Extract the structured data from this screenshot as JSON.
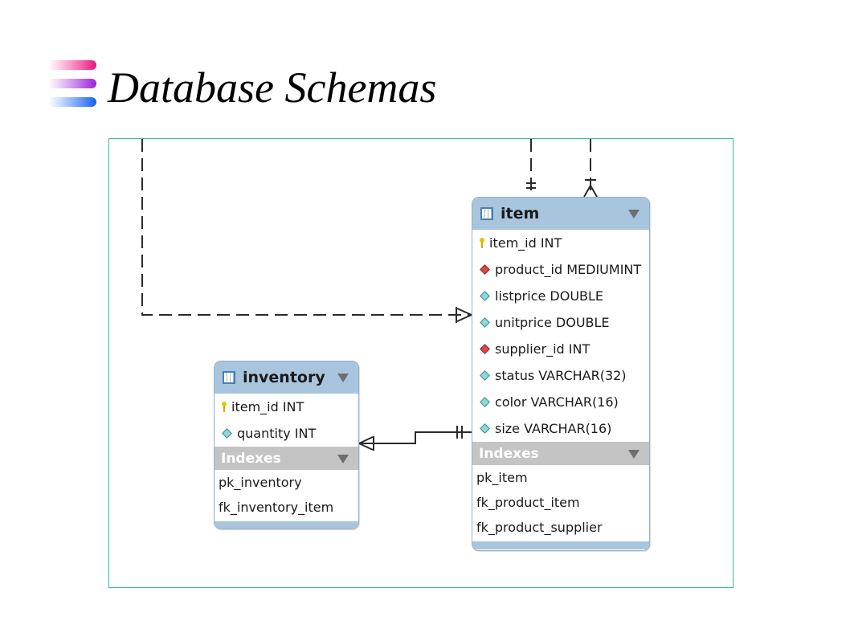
{
  "title": "Database Schemas",
  "colors": {
    "frame": "#33bbaa",
    "table_header": "#a9c5de",
    "index_bar": "#c4c4c4"
  },
  "item_table": {
    "name": "item",
    "columns": [
      {
        "label": "item_id INT",
        "icon": "primary-key-icon"
      },
      {
        "label": "product_id MEDIUMINT",
        "icon": "foreign-key-diamond-icon"
      },
      {
        "label": "listprice DOUBLE",
        "icon": "column-diamond-icon"
      },
      {
        "label": "unitprice DOUBLE",
        "icon": "column-diamond-icon"
      },
      {
        "label": "supplier_id INT",
        "icon": "foreign-key-diamond-icon"
      },
      {
        "label": "status VARCHAR(32)",
        "icon": "column-diamond-icon"
      },
      {
        "label": "color VARCHAR(16)",
        "icon": "column-diamond-icon"
      },
      {
        "label": "size VARCHAR(16)",
        "icon": "column-diamond-icon"
      }
    ],
    "indexes_label": "Indexes",
    "indexes": [
      "pk_item",
      "fk_product_item",
      "fk_product_supplier"
    ]
  },
  "inventory_table": {
    "name": "inventory",
    "columns": [
      {
        "label": "item_id INT",
        "icon": "primary-key-icon"
      },
      {
        "label": "quantity INT",
        "icon": "column-diamond-icon"
      }
    ],
    "indexes_label": "Indexes",
    "indexes": [
      "pk_inventory",
      "fk_inventory_item"
    ]
  }
}
